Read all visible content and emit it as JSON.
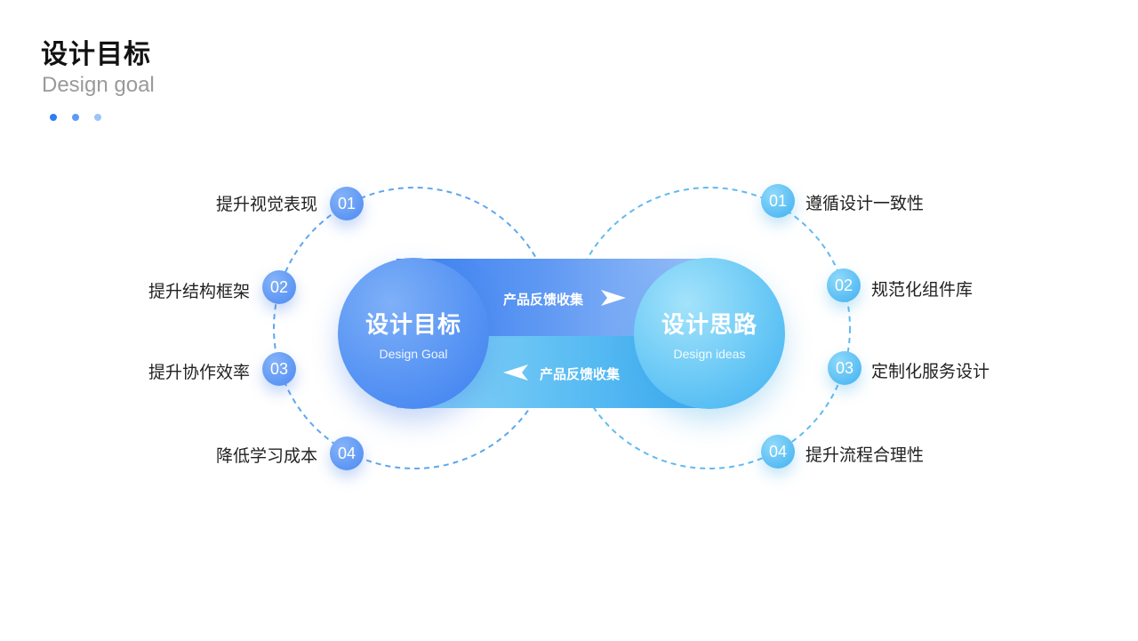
{
  "header": {
    "title": "设计目标",
    "subtitle": "Design goal"
  },
  "colors": {
    "blue_accent": "#3d7ff0",
    "cyan_accent": "#3fb0f1",
    "ring_dash": "#5aa6ee"
  },
  "center": {
    "left": {
      "title": "设计目标",
      "subtitle": "Design Goal"
    },
    "right": {
      "title": "设计思路",
      "subtitle": "Design ideas"
    },
    "flow_top": "产品反馈收集",
    "flow_bottom": "产品反馈收集"
  },
  "left_items": [
    {
      "num": "01",
      "label": "提升视觉表现"
    },
    {
      "num": "02",
      "label": "提升结构框架"
    },
    {
      "num": "03",
      "label": "提升协作效率"
    },
    {
      "num": "04",
      "label": "降低学习成本"
    }
  ],
  "right_items": [
    {
      "num": "01",
      "label": "遵循设计一致性"
    },
    {
      "num": "02",
      "label": "规范化组件库"
    },
    {
      "num": "03",
      "label": "定制化服务设计"
    },
    {
      "num": "04",
      "label": "提升流程合理性"
    }
  ]
}
